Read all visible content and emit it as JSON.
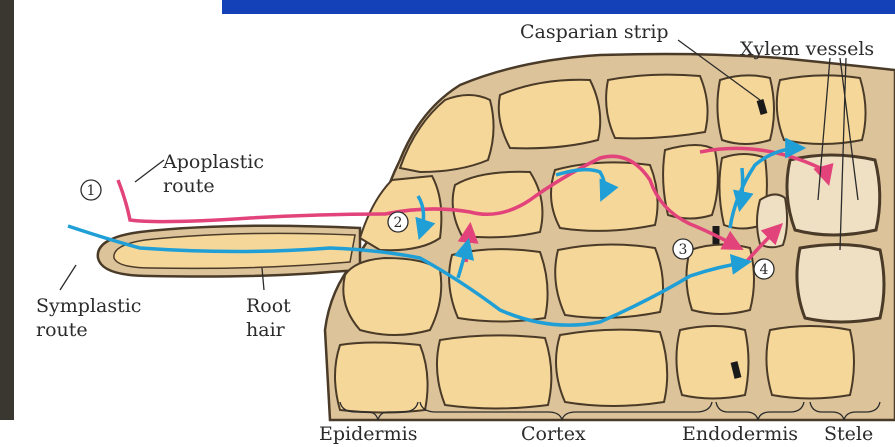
{
  "labels": {
    "casparian_strip": "Casparian strip",
    "xylem_vessels": "Xylem vessels",
    "apoplastic_route": [
      "Apoplastic",
      "route"
    ],
    "symplastic_route": [
      "Symplastic",
      "route"
    ],
    "root_hair": [
      "Root",
      "hair"
    ],
    "regions": {
      "epidermis": "Epidermis",
      "cortex": "Cortex",
      "endodermis": "Endodermis",
      "stele": "Stele"
    }
  },
  "markers": [
    "1",
    "2",
    "3",
    "4"
  ],
  "colors": {
    "cell_fill": "#f6d79a",
    "cell_wall": "#dcc39a",
    "wall_outline": "#4a3a28",
    "apoplastic_path": "#e2437a",
    "symplastic_path": "#1f9fd6",
    "casparian_strip": "#1a1a1a",
    "top_banner": "#1440b8",
    "background": "#ffffff"
  }
}
